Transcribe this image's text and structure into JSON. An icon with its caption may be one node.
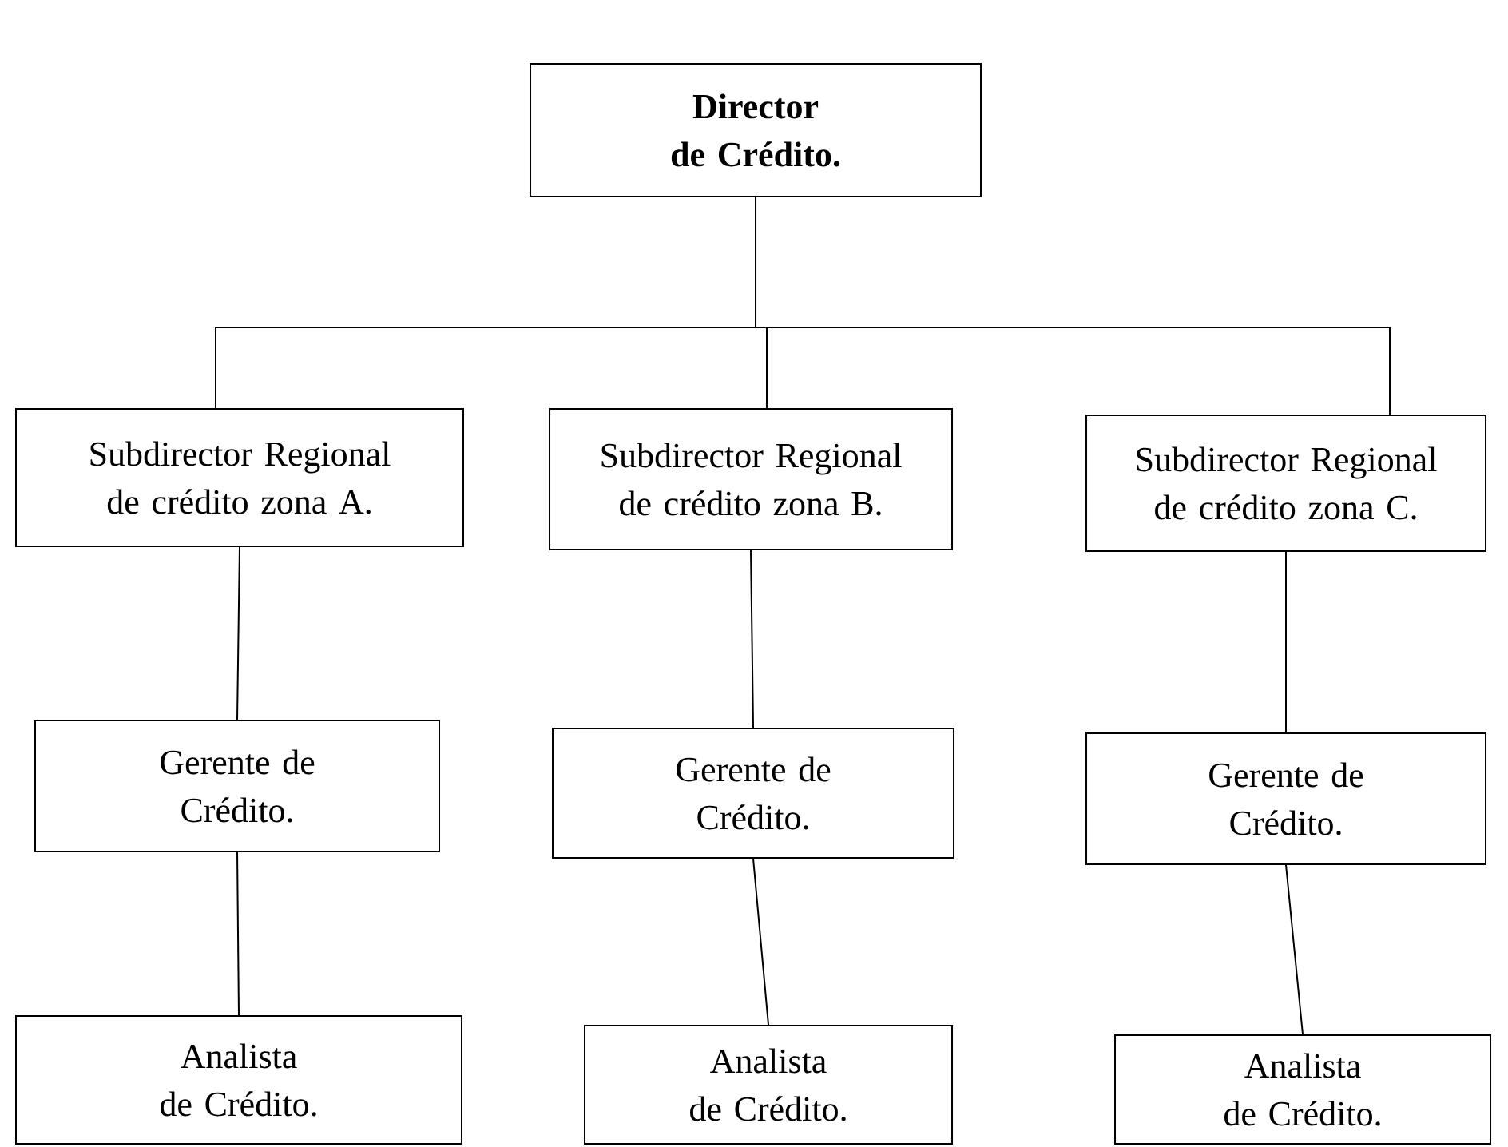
{
  "diagram": {
    "nodes": [
      {
        "text": [
          "Director de Crédito."
        ]
      },
      {
        "text": [
          "Subdirector Regional de crédito zona A."
        ]
      },
      {
        "text": [
          "Subdirector Regional de crédito zona B."
        ]
      },
      {
        "text": [
          "Subdirector Regional de crédito zona C."
        ]
      },
      {
        "text": [
          "Gerente de Crédito."
        ]
      },
      {
        "text": [
          "Gerente de Crédito."
        ]
      },
      {
        "text": [
          "Gerente de Crédito."
        ]
      },
      {
        "text": [
          "Analista de Crédito."
        ]
      },
      {
        "text": [
          "Analista de Crédito."
        ]
      },
      {
        "text": [
          "Analista de Crédito."
        ]
      }
    ],
    "edges": [
      {
        "from": 0,
        "to": 1,
        "arrow": "none"
      },
      {
        "from": 0,
        "to": 2,
        "arrow": "none"
      },
      {
        "from": 0,
        "to": 3,
        "arrow": "none"
      },
      {
        "from": 1,
        "to": 4,
        "arrow": "none"
      },
      {
        "from": 2,
        "to": 5,
        "arrow": "none"
      },
      {
        "from": 3,
        "to": 6,
        "arrow": "none"
      },
      {
        "from": 4,
        "to": 7,
        "arrow": "none"
      },
      {
        "from": 5,
        "to": 8,
        "arrow": "none"
      },
      {
        "from": 6,
        "to": 9,
        "arrow": "none"
      }
    ]
  }
}
